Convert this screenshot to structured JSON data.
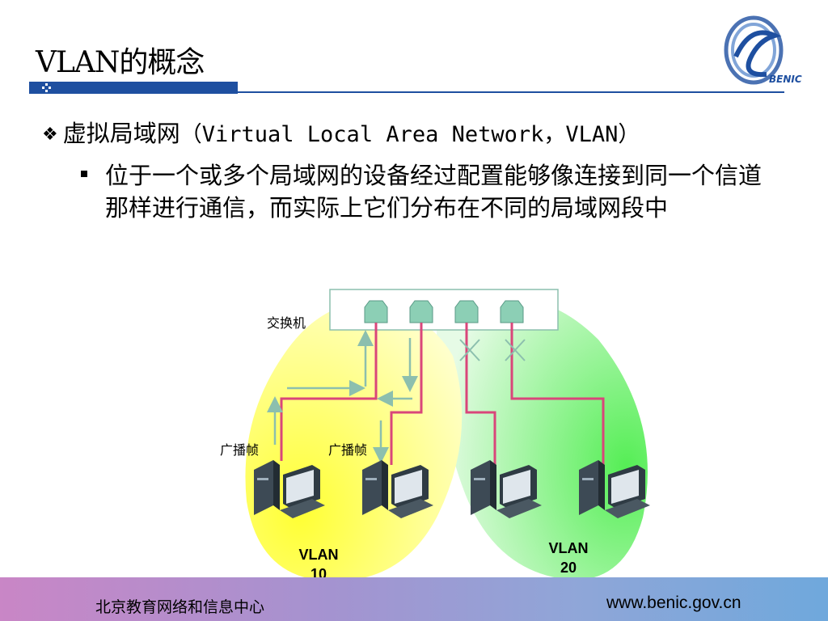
{
  "slide": {
    "title": "VLAN的概念",
    "bullet1": {
      "head": "虚拟局域网",
      "tail": "（Virtual Local Area Network，VLAN）"
    },
    "bullet2": "位于一个或多个局域网的设备经过配置能够像连接到同一个信道那样进行通信，而实际上它们分布在不同的局域网段中"
  },
  "logo": {
    "text": "BENIC"
  },
  "diagram": {
    "switch_label": "交换机",
    "broadcast_label_left": "广播帧",
    "broadcast_label_right": "广播帧",
    "vlan10_line1": "VLAN",
    "vlan10_line2": "10",
    "vlan20_line1": "VLAN",
    "vlan20_line2": "20"
  },
  "footer": {
    "org": "北京教育网络和信息中心",
    "url": "www.benic.gov.cn"
  },
  "colors": {
    "title_bar": "#1e4fa0",
    "vlan10_fill": "#ffff66",
    "vlan20_fill": "#66ee66",
    "cable": "#d9467a",
    "arrow": "#8cbfae",
    "port": "#8ccfb5"
  }
}
